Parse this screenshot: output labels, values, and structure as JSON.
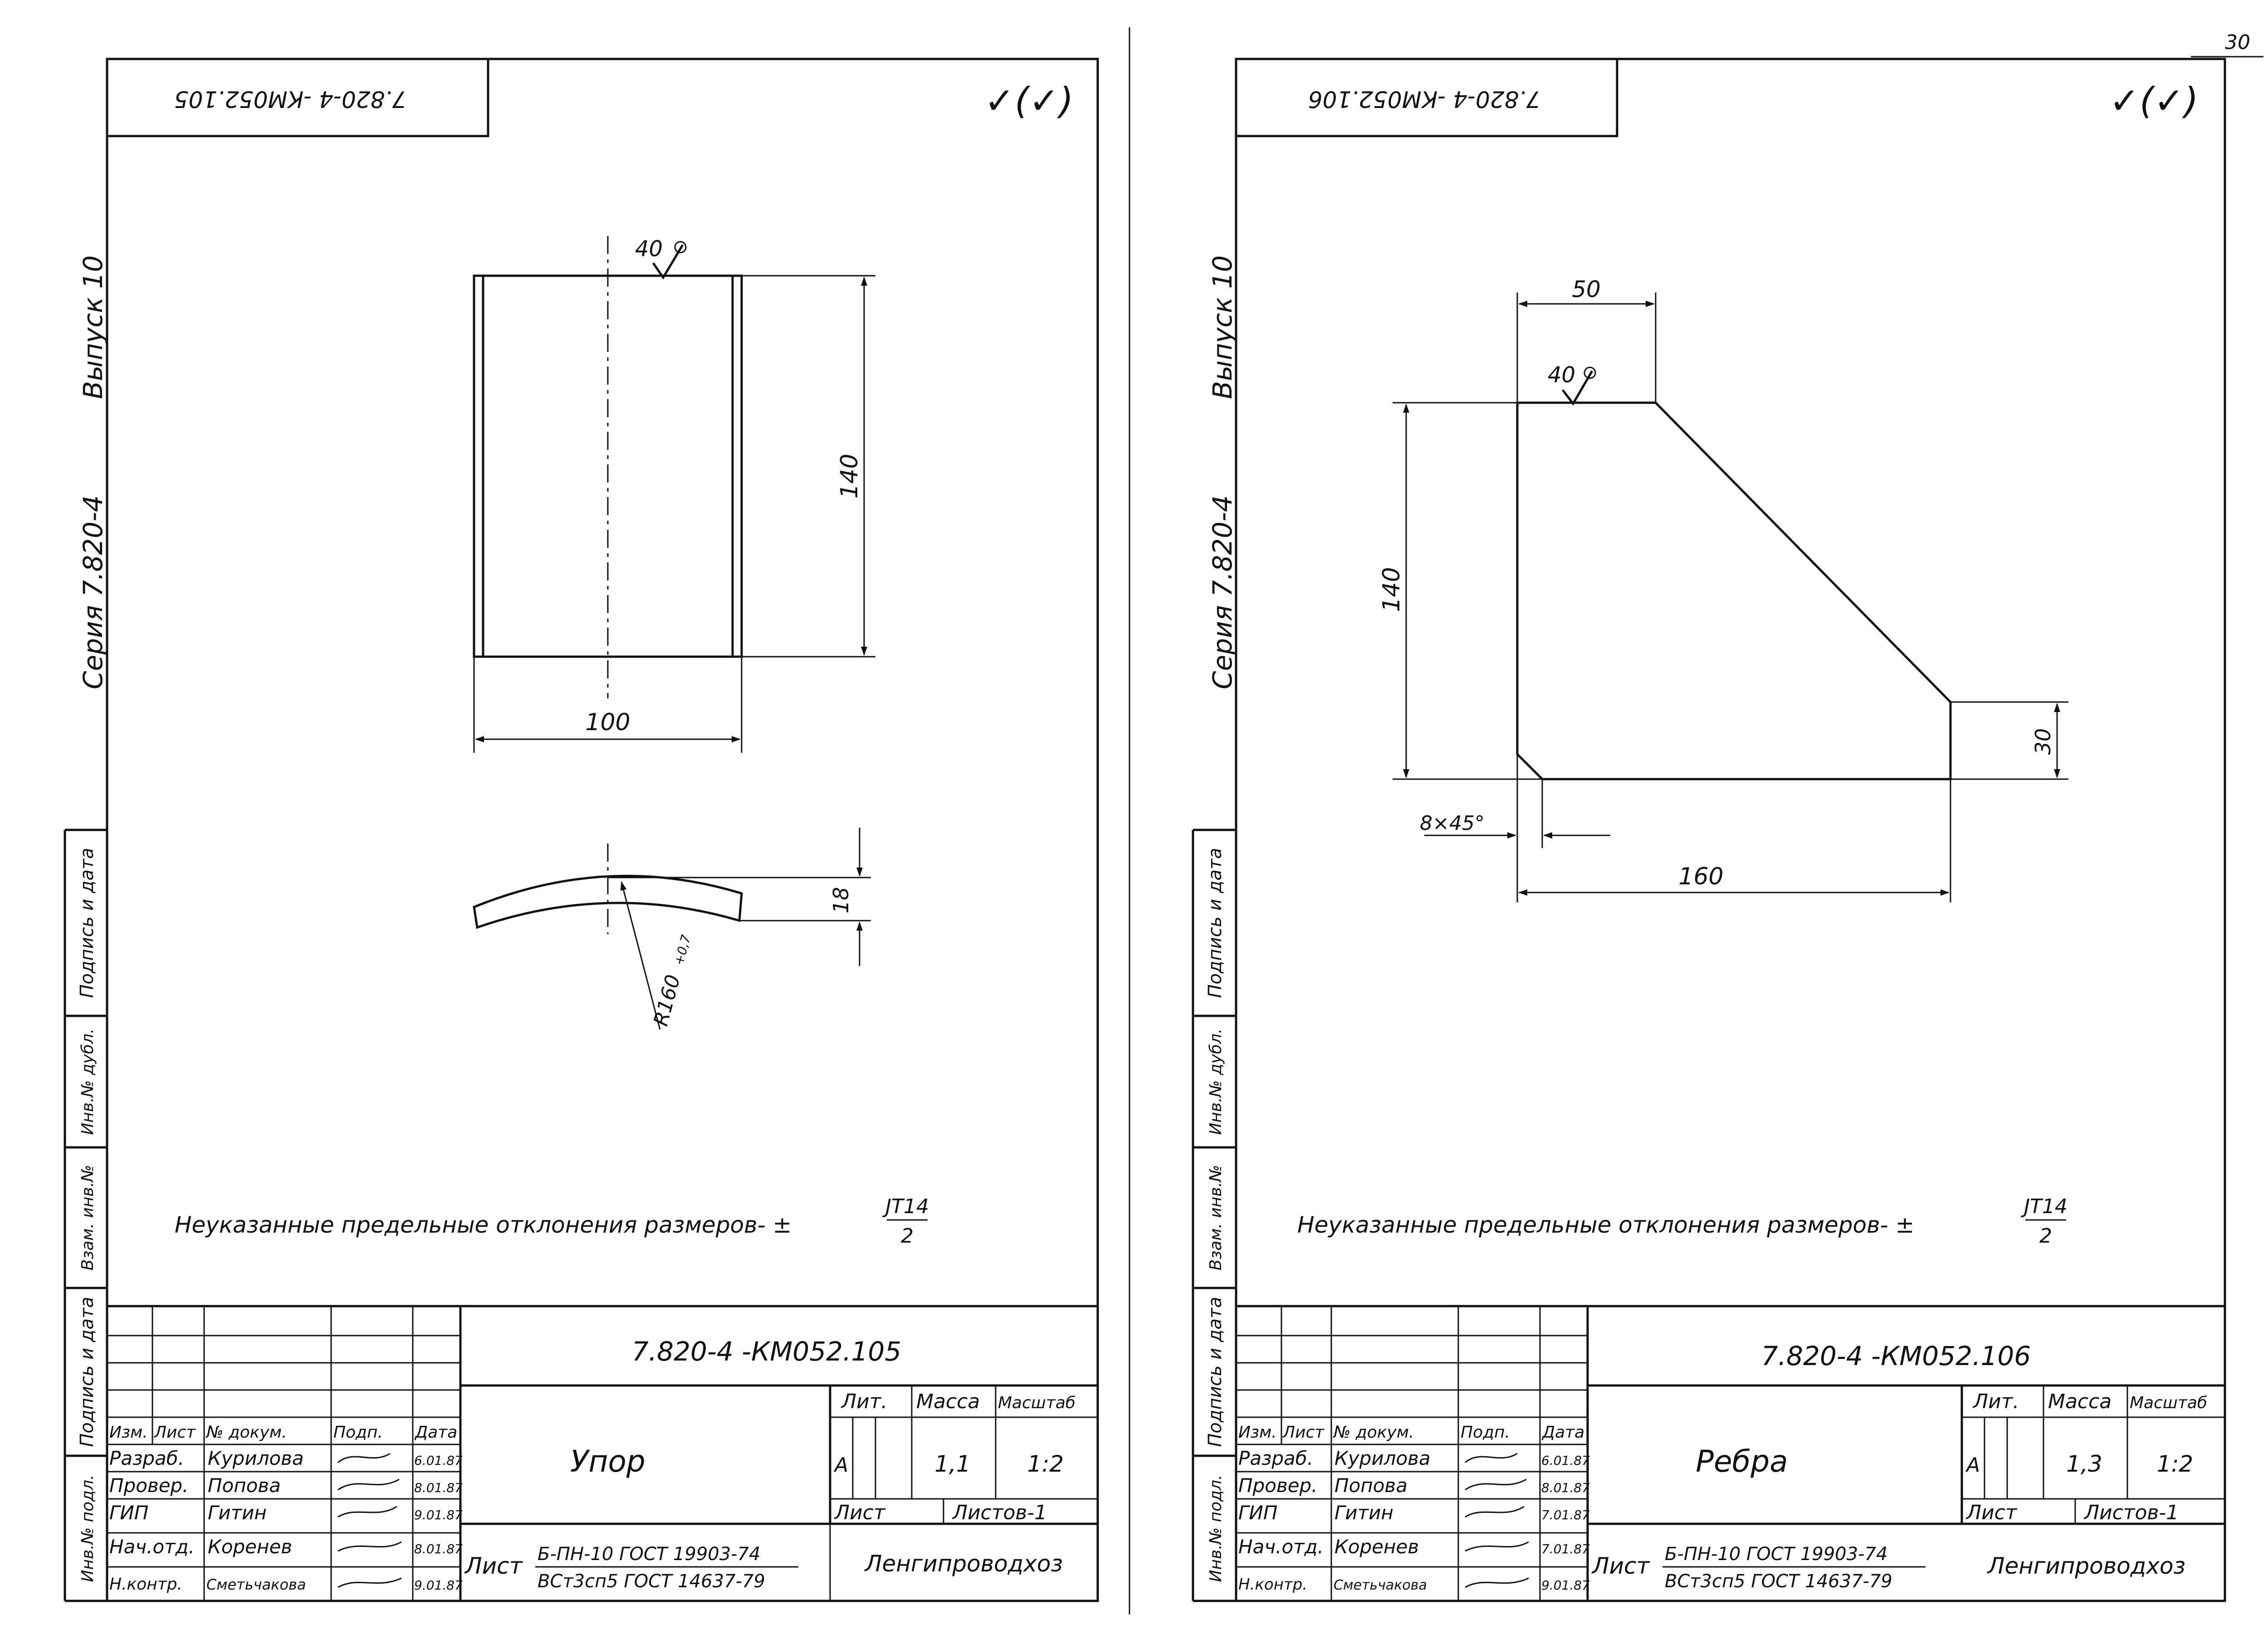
{
  "page_number": "30",
  "sheets": [
    {
      "code_rotated": "7.820-4 -КМ052.105",
      "roughness_mark": "✓(✓)",
      "side_series": "Серия 7.820-4",
      "side_issue": "Выпуск 10",
      "side_stamp_labels": [
        "Подпись и дата",
        "Инв.№ дубл.",
        "Взам. инв.№",
        "Подпись и дата",
        "Инв.№ подл."
      ],
      "roughness_value": "40",
      "dims": {
        "height": "140",
        "width": "100",
        "thickness": "18",
        "radius": "R160",
        "radius_tol": "+0,7"
      },
      "note_text": "Неуказанные предельные отклонения размеров- ±",
      "note_num": "JT14",
      "note_den": "2",
      "title_code": "7.820-4 -КМ052.105",
      "title_name": "Упор",
      "col_headers": [
        "Изм.",
        "Лист",
        "№ докум.",
        "Подп.",
        "Дата"
      ],
      "people": [
        {
          "role": "Разраб.",
          "name": "Курилова",
          "date": "6.01.87"
        },
        {
          "role": "Провер.",
          "name": "Попова",
          "date": "8.01.87"
        },
        {
          "role": "ГИП",
          "name": "Гитин",
          "date": "9.01.87"
        },
        {
          "role": "Нач.отд.",
          "name": "Коренев",
          "date": "8.01.87"
        },
        {
          "role": "Н.контр.",
          "name": "Сметьчакова",
          "date": "9.01.87"
        }
      ],
      "lit_label": "Лит.",
      "mass_label": "Масса",
      "scale_label": "Масштаб",
      "lit": "А",
      "mass": "1,1",
      "scale": "1:2",
      "sheet_label": "Лист",
      "sheets_label": "Листов-1",
      "material_prefix": "Лист",
      "material_top": "Б-ПН-10 ГОСТ 19903-74",
      "material_bottom": "ВСт3сп5 ГОСТ 14637-79",
      "org": "Ленгипроводхоз"
    },
    {
      "code_rotated": "7.820-4 -КМ052.106",
      "roughness_mark": "✓(✓)",
      "side_series": "Серия 7.820-4",
      "side_issue": "Выпуск 10",
      "side_stamp_labels": [
        "Подпись и дата",
        "Инв.№ дубл.",
        "Взам. инв.№",
        "Подпись и дата",
        "Инв.№ подл."
      ],
      "roughness_value": "40",
      "dims": {
        "top": "50",
        "height": "140",
        "right": "30",
        "bottom": "160",
        "chamfer": "8×45°"
      },
      "note_text": "Неуказанные предельные отклонения размеров- ±",
      "note_num": "JT14",
      "note_den": "2",
      "title_code": "7.820-4 -КМ052.106",
      "title_name": "Ребра",
      "col_headers": [
        "Изм.",
        "Лист",
        "№ докум.",
        "Подп.",
        "Дата"
      ],
      "people": [
        {
          "role": "Разраб.",
          "name": "Курилова",
          "date": "6.01.87"
        },
        {
          "role": "Провер.",
          "name": "Попова",
          "date": "8.01.87"
        },
        {
          "role": "ГИП",
          "name": "Гитин",
          "date": "7.01.87"
        },
        {
          "role": "Нач.отд.",
          "name": "Коренев",
          "date": "7.01.87"
        },
        {
          "role": "Н.контр.",
          "name": "Сметьчакова",
          "date": "9.01.87"
        }
      ],
      "lit_label": "Лит.",
      "mass_label": "Масса",
      "scale_label": "Масштаб",
      "lit": "А",
      "mass": "1,3",
      "scale": "1:2",
      "sheet_label": "Лист",
      "sheets_label": "Листов-1",
      "material_prefix": "Лист",
      "material_top": "Б-ПН-10 ГОСТ 19903-74",
      "material_bottom": "ВСт3сп5 ГОСТ 14637-79",
      "org": "Ленгипроводхоз"
    }
  ]
}
